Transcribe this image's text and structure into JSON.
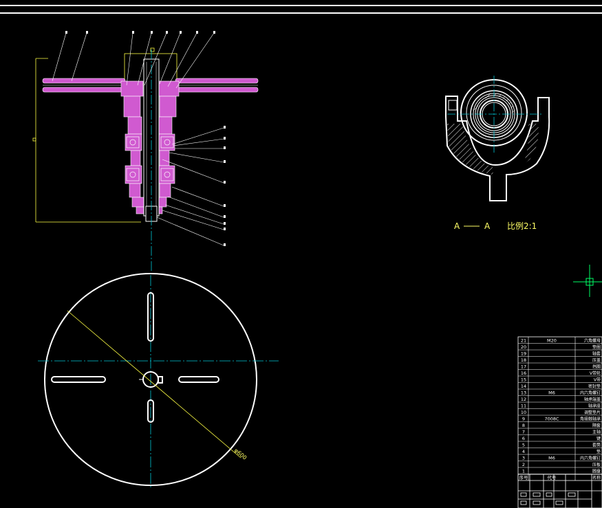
{
  "colors": {
    "background": "#000000",
    "outline": "#ffffff",
    "part_fill": "#d05ad0",
    "centerline": "#00c8d8",
    "dimension": "#ffff44"
  },
  "section_view": {
    "label_left": "A",
    "label_right": "A",
    "scale_text": "比例2:1"
  },
  "disc_view": {
    "diameter_text": "φ600"
  },
  "parts_table": {
    "rows": [
      {
        "no": "21",
        "spec": "M20",
        "name": "六角螺母"
      },
      {
        "no": "20",
        "spec": "",
        "name": "垫圈"
      },
      {
        "no": "19",
        "spec": "",
        "name": "轴套"
      },
      {
        "no": "18",
        "spec": "",
        "name": "压盖"
      },
      {
        "no": "17",
        "spec": "",
        "name": "挡圈"
      },
      {
        "no": "16",
        "spec": "",
        "name": "V带轮"
      },
      {
        "no": "15",
        "spec": "",
        "name": "V带"
      },
      {
        "no": "14",
        "spec": "",
        "name": "密封垫"
      },
      {
        "no": "13",
        "spec": "M6",
        "name": "内六角螺钉"
      },
      {
        "no": "12",
        "spec": "",
        "name": "轴承端盖"
      },
      {
        "no": "11",
        "spec": "",
        "name": "轴承座"
      },
      {
        "no": "10",
        "spec": "",
        "name": "调整垫片"
      },
      {
        "no": "9",
        "spec": "7008C",
        "name": "角接触轴承"
      },
      {
        "no": "8",
        "spec": "",
        "name": "隔套"
      },
      {
        "no": "7",
        "spec": "",
        "name": "主轴"
      },
      {
        "no": "6",
        "spec": "",
        "name": "键"
      },
      {
        "no": "5",
        "spec": "",
        "name": "套筒"
      },
      {
        "no": "4",
        "spec": "",
        "name": "垫"
      },
      {
        "no": "3",
        "spec": "M6",
        "name": "内六角螺钉"
      },
      {
        "no": "2",
        "spec": "",
        "name": "压板"
      },
      {
        "no": "1",
        "spec": "",
        "name": "圆盘"
      }
    ],
    "header": {
      "no": "序号",
      "spec": "代号",
      "name": "名称"
    }
  }
}
